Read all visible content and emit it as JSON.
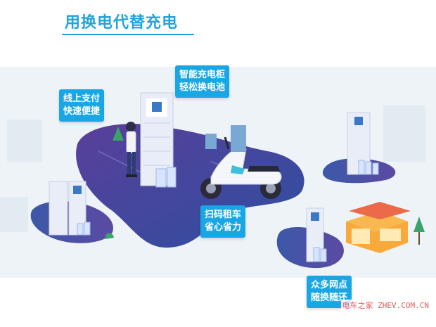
{
  "title": "用换电代替充电",
  "labels": {
    "online_pay": {
      "line1": "线上支付",
      "line2": "快速便捷"
    },
    "smart_cabinet": {
      "line1": "智能充电柜",
      "line2": "轻松换电池"
    },
    "scan_rent": {
      "line1": "扫码租车",
      "line2": "省心省力"
    },
    "many_points": {
      "line1": "众多网点",
      "line2": "随换随还"
    }
  },
  "watermark": "电车之家 ZHEV.COM.CN",
  "colors": {
    "accent": "#21a3dd",
    "label_bg": "#19a6e4",
    "island": "#3e4c9e",
    "cabinet": "#e9edf7"
  }
}
